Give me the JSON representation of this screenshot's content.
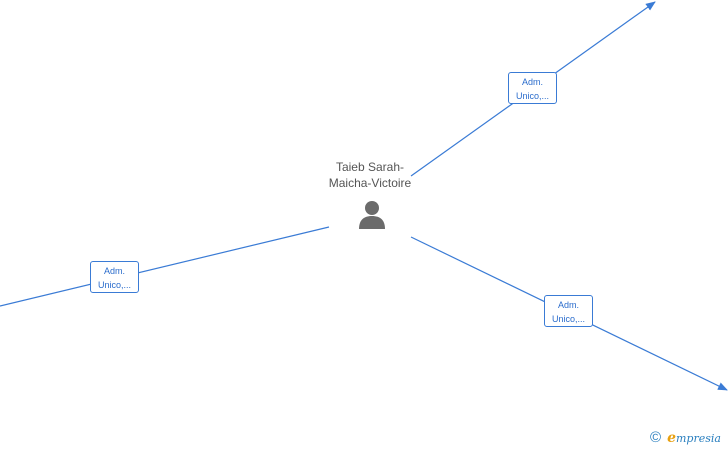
{
  "person": {
    "name_line1": "Taieb Sarah-",
    "name_line2": "Maicha-Victoire"
  },
  "relations": [
    {
      "role_line1": "Adm.",
      "role_line2": "Unico,..."
    },
    {
      "role_line1": "Adm.",
      "role_line2": "Unico,..."
    },
    {
      "role_line1": "Adm.",
      "role_line2": "Unico,..."
    }
  ],
  "footer": {
    "copyright_symbol": "©",
    "brand_initial": "e",
    "brand_rest": "mpresia"
  },
  "colors": {
    "edge": "#3a7bd5",
    "node_text": "#2a6ccc",
    "person_icon": "#6b6b6b",
    "brand_blue": "#2a7fbf",
    "brand_orange": "#e8a010"
  }
}
